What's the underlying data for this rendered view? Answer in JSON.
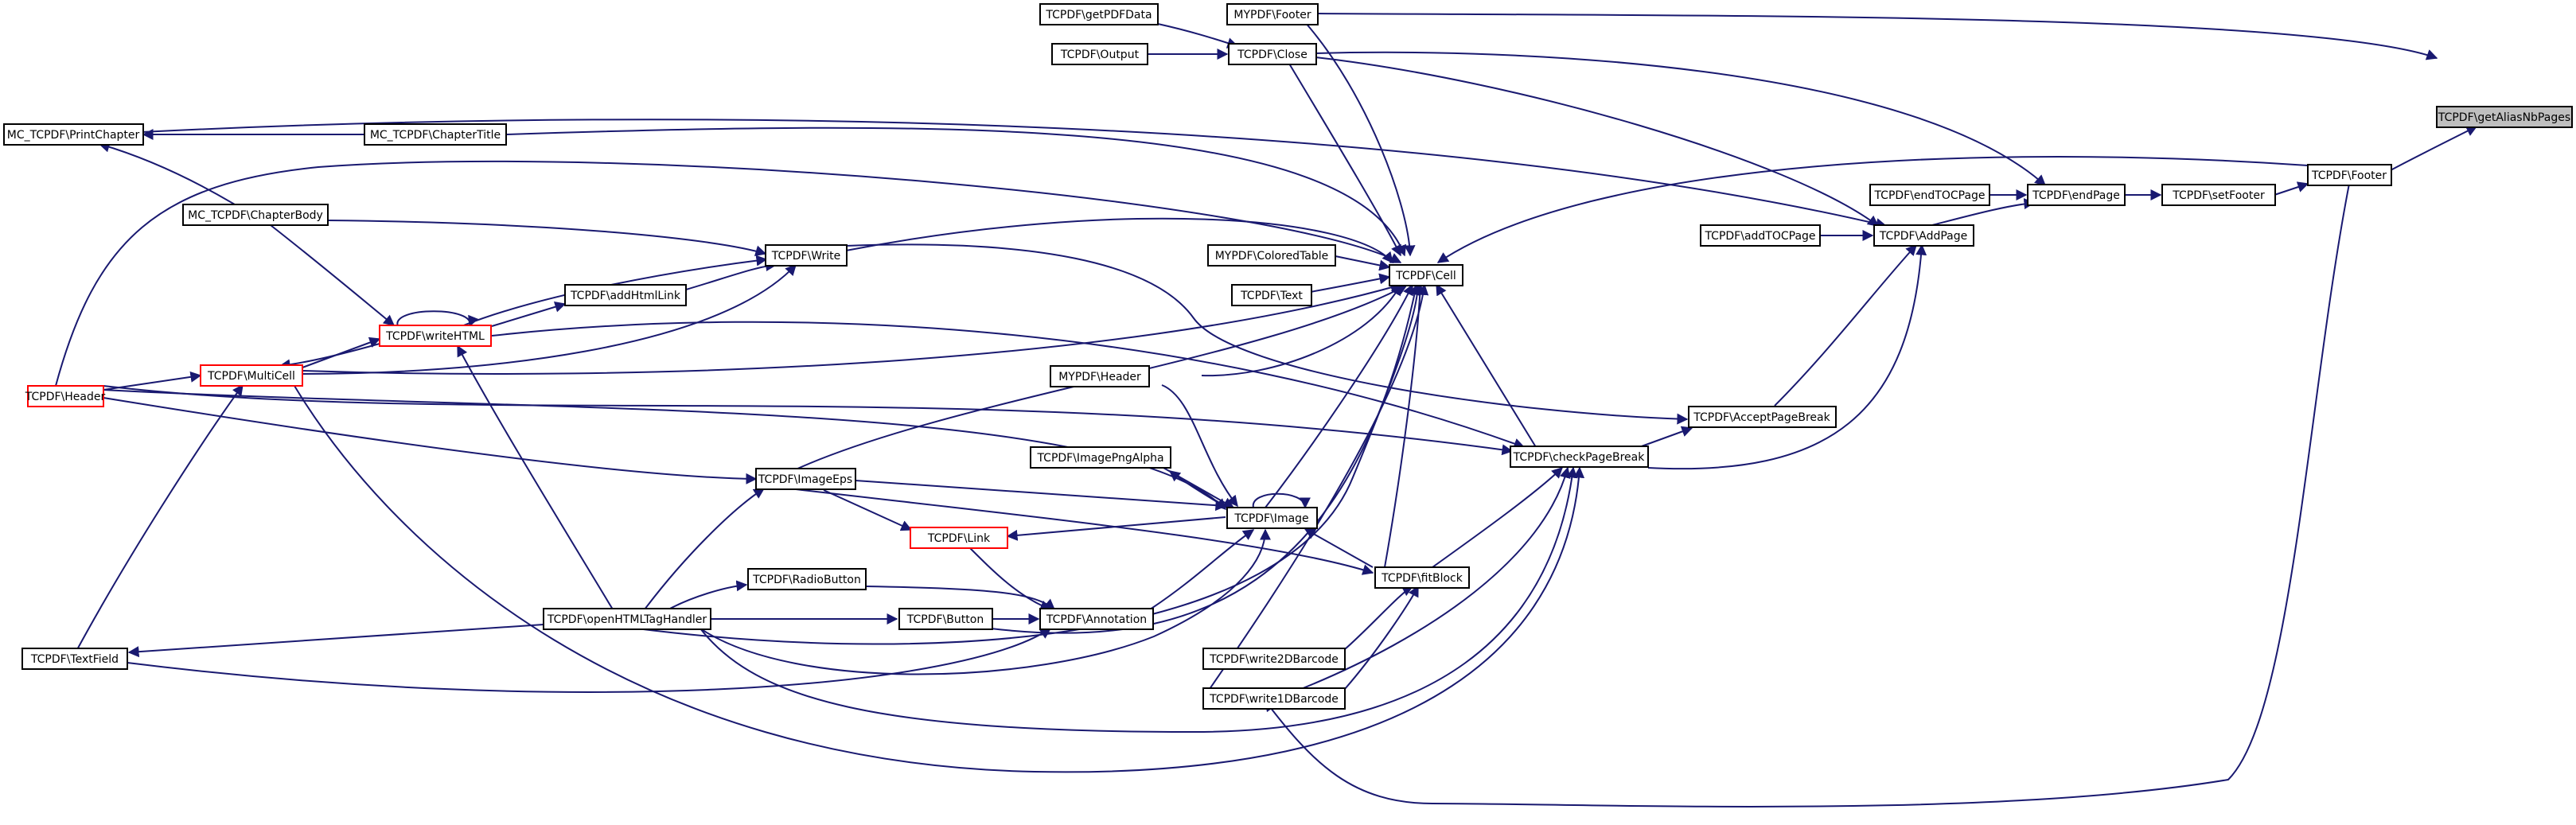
{
  "colors": {
    "edge": "#191970",
    "node_border": "#000000",
    "truncated_border": "#ff0000",
    "target_fill": "#bfbfbf"
  },
  "nodes": {
    "getAliasNbPages": "TCPDF\\getAliasNbPages",
    "footer": "TCPDF\\Footer",
    "setFooter": "TCPDF\\setFooter",
    "endPage": "TCPDF\\endPage",
    "endTOCPage": "TCPDF\\endTOCPage",
    "addPage": "TCPDF\\AddPage",
    "addTOCPage": "TCPDF\\addTOCPage",
    "acceptPageBreak": "TCPDF\\AcceptPageBreak",
    "checkPageBreak": "TCPDF\\checkPageBreak",
    "fitBlock": "TCPDF\\fitBlock",
    "write2DBarcode": "TCPDF\\write2DBarcode",
    "write1DBarcode": "TCPDF\\write1DBarcode",
    "cell": "TCPDF\\Cell",
    "myFooter": "MYPDF\\Footer",
    "getPDFData": "TCPDF\\getPDFData",
    "close": "TCPDF\\Close",
    "output": "TCPDF\\Output",
    "coloredTable": "MYPDF\\ColoredTable",
    "text": "TCPDF\\Text",
    "myHeader": "MYPDF\\Header",
    "imagePngAlpha": "TCPDF\\ImagePngAlpha",
    "image": "TCPDF\\Image",
    "annotation": "TCPDF\\Annotation",
    "radioButton": "TCPDF\\RadioButton",
    "button": "TCPDF\\Button",
    "link": "TCPDF\\Link",
    "imageEps": "TCPDF\\ImageEps",
    "openHTMLTagHandler": "TCPDF\\openHTMLTagHandler",
    "write": "TCPDF\\Write",
    "addHtmlLink": "TCPDF\\addHtmlLink",
    "writeHTML": "TCPDF\\writeHTML",
    "multiCell": "TCPDF\\MultiCell",
    "header": "TCPDF\\Header",
    "textField": "TCPDF\\TextField",
    "chapterBody": "MC_TCPDF\\ChapterBody",
    "chapterTitle": "MC_TCPDF\\ChapterTitle",
    "printChapter": "MC_TCPDF\\PrintChapter"
  }
}
